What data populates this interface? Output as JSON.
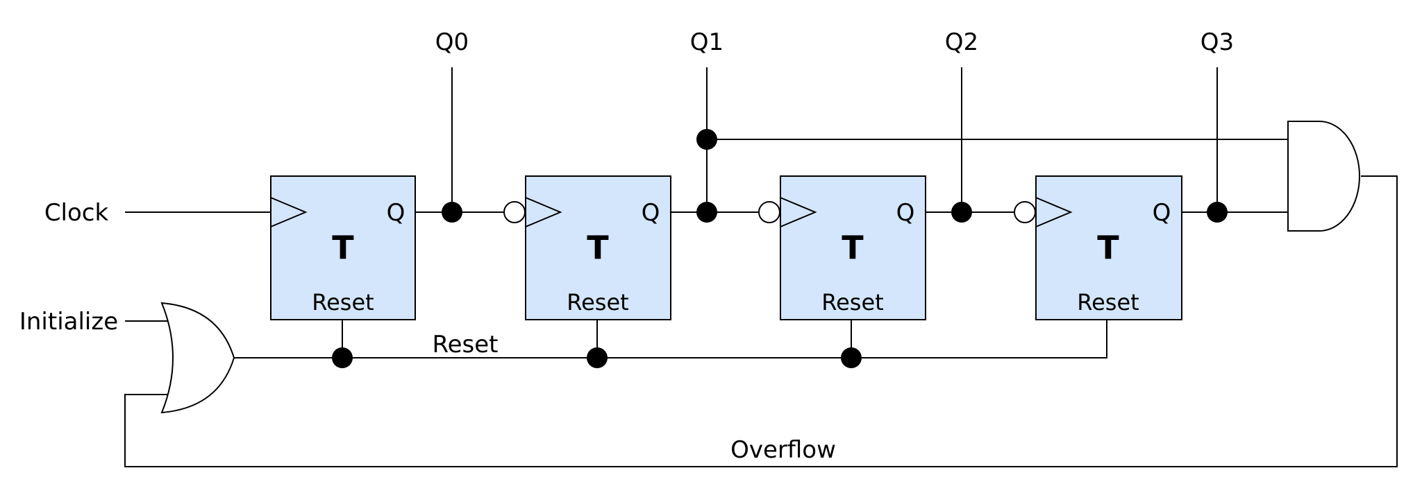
{
  "diagram": {
    "inputs": {
      "clock": "Clock",
      "initialize": "Initialize"
    },
    "outputs": [
      "Q0",
      "Q1",
      "Q2",
      "Q3"
    ],
    "flip_flops": [
      {
        "type": "T",
        "q_label": "Q",
        "reset_label": "Reset"
      },
      {
        "type": "T",
        "q_label": "Q",
        "reset_label": "Reset"
      },
      {
        "type": "T",
        "q_label": "Q",
        "reset_label": "Reset"
      },
      {
        "type": "T",
        "q_label": "Q",
        "reset_label": "Reset"
      }
    ],
    "net_labels": {
      "reset": "Reset",
      "overflow": "Overflow"
    }
  }
}
